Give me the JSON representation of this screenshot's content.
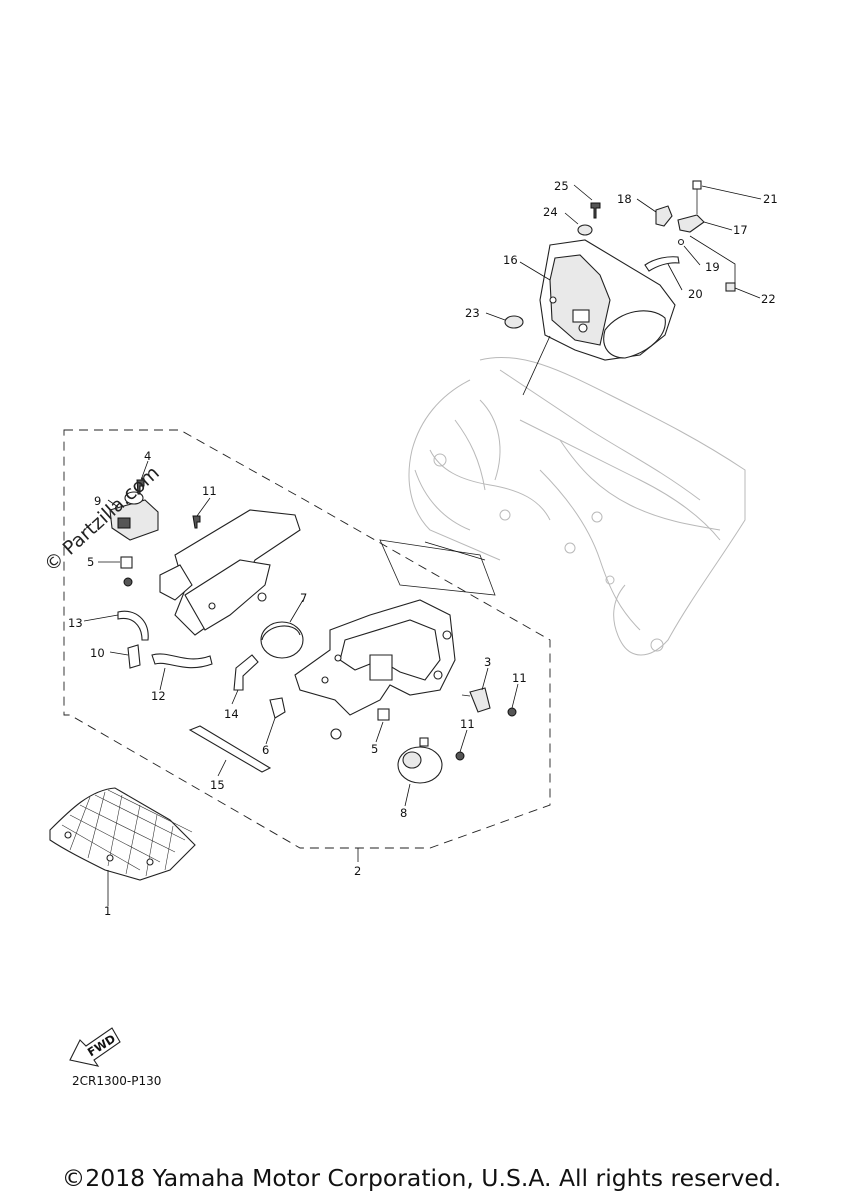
{
  "diagram": {
    "callouts": [
      "1",
      "2",
      "3",
      "4",
      "5",
      "5",
      "6",
      "7",
      "8",
      "9",
      "10",
      "11",
      "11",
      "11",
      "12",
      "13",
      "14",
      "15",
      "16",
      "17",
      "18",
      "19",
      "20",
      "21",
      "22",
      "23",
      "24",
      "25"
    ],
    "fwd_label": "FWD",
    "ref_code": "2CR1300-P130"
  },
  "watermark": "© Partzilla.com",
  "copyright": "©2018 Yamaha Motor Corporation, U.S.A. All rights reserved."
}
